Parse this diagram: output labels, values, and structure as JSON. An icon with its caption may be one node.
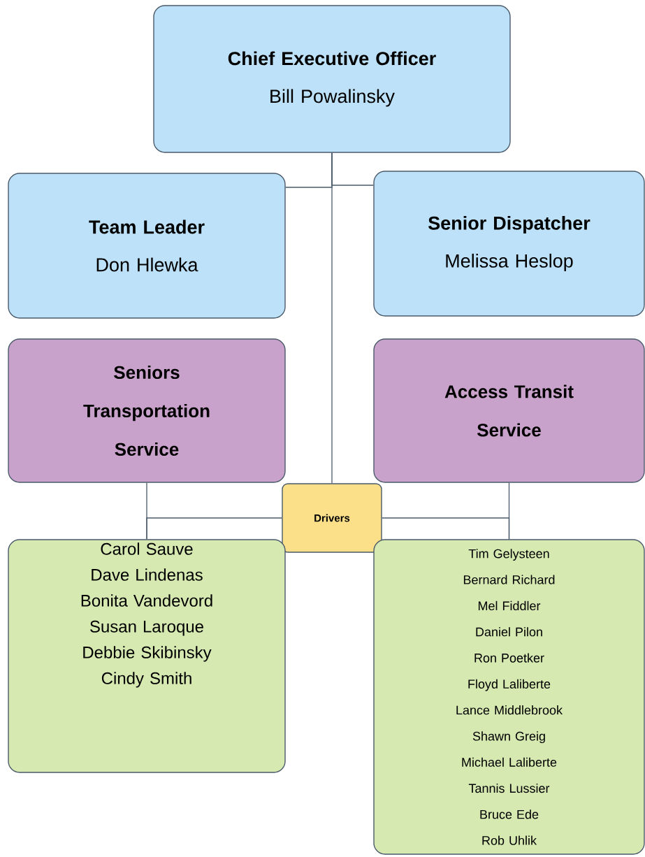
{
  "diagram": {
    "nodes": [
      {
        "text": [
          "Chief Executive Officer",
          "Bill Powalinsky"
        ]
      },
      {
        "text": [
          "Team Leader",
          "Don Hlewka"
        ]
      },
      {
        "text": [
          "Senior Dispatcher",
          "Melissa Heslop"
        ]
      },
      {
        "text": [
          "Seniors Transportation Service"
        ]
      },
      {
        "text": [
          "Access Transit Service"
        ]
      },
      {
        "text": [
          "Drivers"
        ]
      },
      {
        "text": [
          "Carol Sauve",
          "Dave Lindenas",
          "Bonita Vandevord",
          "Susan Laroque",
          "Debbie Skibinsky",
          "Cindy Smith"
        ]
      },
      {
        "text": [
          "Tim Gelysteen",
          "Bernard Richard",
          "Mel Fiddler",
          "Daniel Pilon",
          "Ron Poetker",
          "Floyd Laliberte",
          "Lance Middlebrook",
          "Shawn Greig",
          "Michael Laliberte",
          "Tannis Lussier",
          "Bruce Ede",
          "Rob Uhlik"
        ]
      }
    ],
    "edges": [
      {
        "from": 0,
        "to": 1,
        "arrow": "none"
      },
      {
        "from": 0,
        "to": 2,
        "arrow": "none"
      },
      {
        "from": 0,
        "to": 5,
        "arrow": "none"
      },
      {
        "from": 3,
        "to": 6,
        "arrow": "none"
      },
      {
        "from": 4,
        "to": 7,
        "arrow": "none"
      },
      {
        "from": 5,
        "to": 6,
        "arrow": "none"
      },
      {
        "from": 5,
        "to": 7,
        "arrow": "none"
      }
    ]
  }
}
